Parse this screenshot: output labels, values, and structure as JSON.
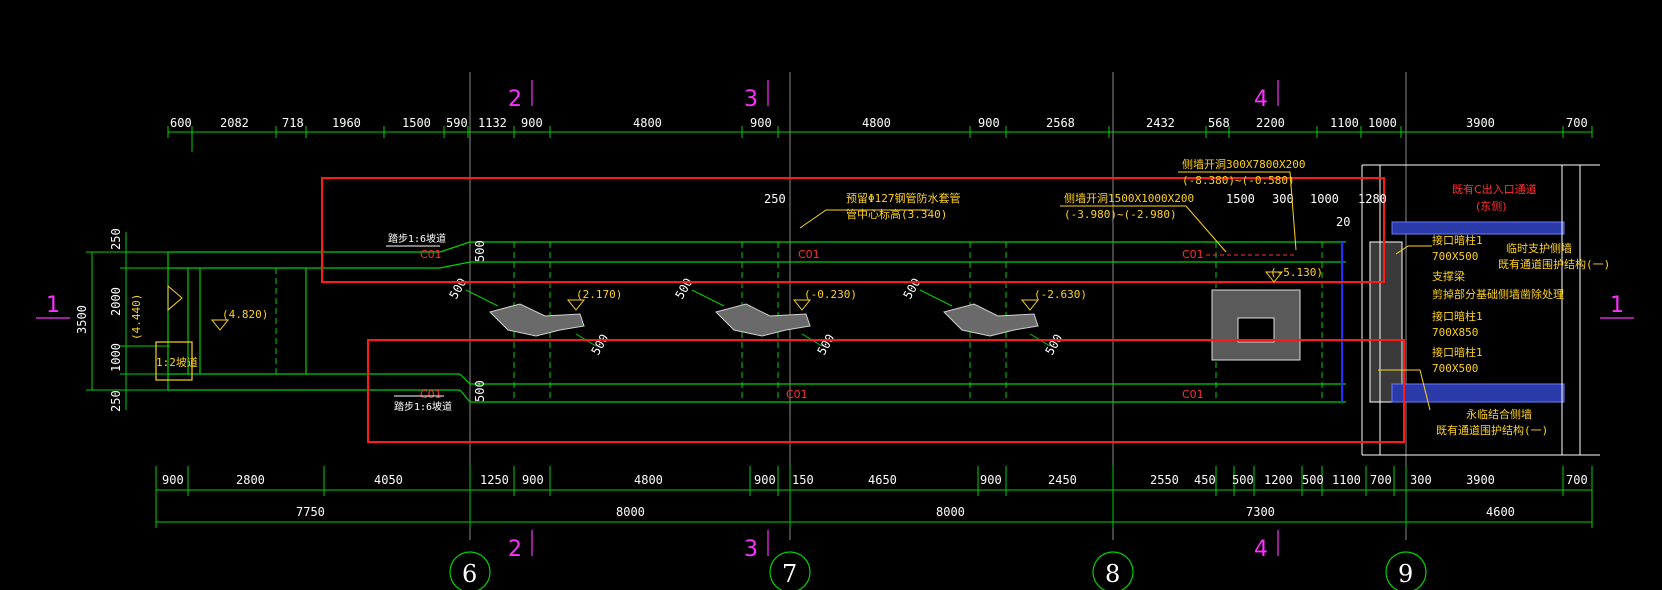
{
  "drawing": {
    "top_dims": [
      "600",
      "2082",
      "718",
      "1960",
      "1500",
      "590",
      "1132",
      "900",
      "4800",
      "900",
      "4800",
      "900",
      "2568",
      "2432",
      "568",
      "2200",
      "1100",
      "1000",
      "3900",
      "700"
    ],
    "bottom_dims": [
      "900",
      "2800",
      "4050",
      "1250",
      "900",
      "4800",
      "900",
      "150",
      "4650",
      "900",
      "2450",
      "2550",
      "450",
      "500",
      "1200",
      "500",
      "1100",
      "700",
      "300",
      "3900",
      "700"
    ],
    "bottom_totals": [
      "7750",
      "8000",
      "8000",
      "7300",
      "4600"
    ],
    "left_dims": [
      "250",
      "2000",
      "1000",
      "250"
    ],
    "left_total": "3500",
    "section_top": [
      "2",
      "3",
      "4"
    ],
    "section_bottom": [
      "2",
      "3",
      "4"
    ],
    "side_marks": [
      "1",
      "1"
    ],
    "axis_numbers": [
      "6",
      "7",
      "8",
      "9"
    ],
    "sub_dims": [
      "250",
      "1500",
      "300",
      "1000",
      "1280",
      "20"
    ],
    "wall_500_labels": [
      "500",
      "500"
    ],
    "elevations": [
      "(4.820)",
      "(2.170)",
      "(-0.230)",
      "(-2.630)",
      "(-5.130)"
    ],
    "elevation_left": "(4.440)",
    "slope_500": [
      "500",
      "500",
      "500",
      "500",
      "500",
      "500"
    ],
    "labels": {
      "co1": "C01",
      "ramp_top": "踏步1:6坡道",
      "ramp_bottom": "踏步1:6坡道",
      "ramp_box": "1:2坡道",
      "pipe_note1": "预留Φ127钢管防水套管",
      "pipe_note2": "管中心标高(3.340)",
      "opening1_a": "侧墙开洞1500X1000X200",
      "opening1_b": "(-3.980)~(-2.980)",
      "opening2_a": "侧墙开洞300X7800X200",
      "opening2_b": "(-8.380)~(-0.580)",
      "red_top_1": "既有C出入口通道",
      "red_top_2": "(东侧)",
      "r1": "接口暗柱1",
      "r2": "700X500",
      "r3": "临时支护侧墙",
      "r4": "既有通道围护结构(一)",
      "r5": "支撑梁",
      "r6": "剪掉部分基础侧墙凿除处理",
      "r7": "接口暗柱1",
      "r8": "700X850",
      "r9": "接口暗柱1",
      "r10": "700X500",
      "r11": "永临结合侧墙",
      "r12": "既有通道围护结构(一)"
    }
  }
}
